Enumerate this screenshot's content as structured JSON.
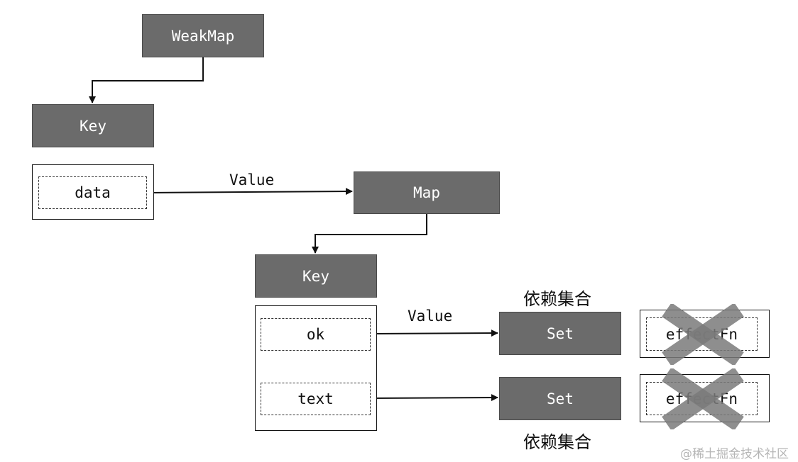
{
  "nodes": {
    "weakmap": "WeakMap",
    "key_top": "Key",
    "data": "data",
    "value_top": "Value",
    "map": "Map",
    "key_mid": "Key",
    "ok": "ok",
    "text": "text",
    "value_mid": "Value",
    "set_top": "Set",
    "set_bottom": "Set",
    "effect_top": "effectFn",
    "effect_bottom": "effectFn"
  },
  "labels": {
    "dep_set_top": "依赖集合",
    "dep_set_bottom": "依赖集合"
  },
  "removed_marks": {
    "effect_top_removed": true,
    "effect_bottom_removed": true
  },
  "watermark": "@稀土掘金技术社区",
  "colors": {
    "box_fill": "#6b6b6b",
    "box_text": "#ffffff",
    "line": "#111111",
    "cross": "#7a7a7a"
  }
}
